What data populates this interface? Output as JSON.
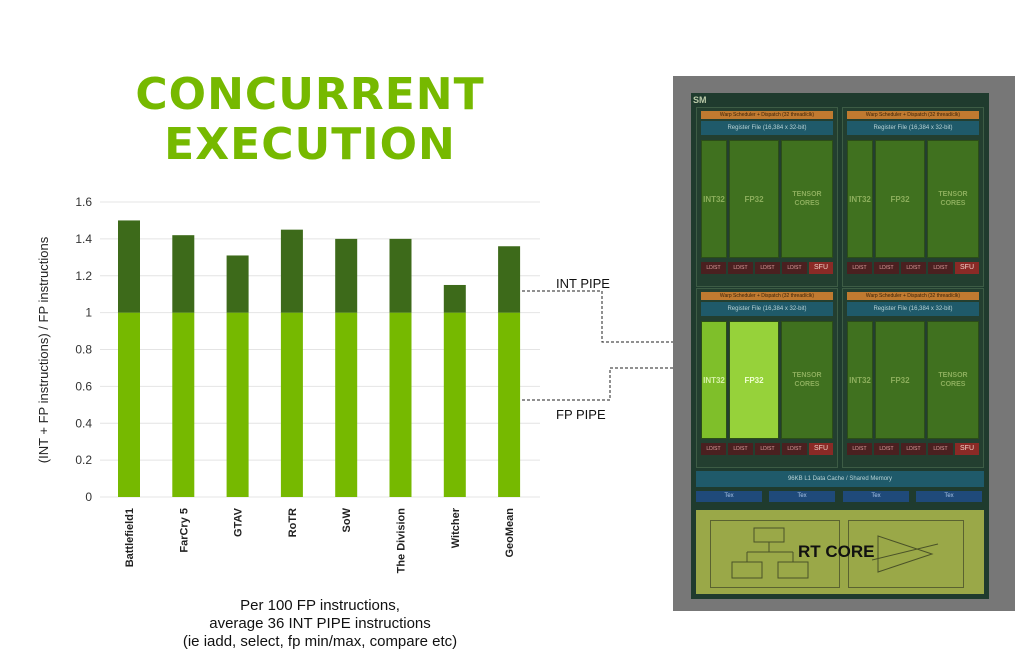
{
  "title_lines": [
    "CONCURRENT",
    "EXECUTION"
  ],
  "chart_data": {
    "type": "bar",
    "stacked": true,
    "categories": [
      "Battlefield1",
      "FarCry 5",
      "GTAV",
      "RoTR",
      "SoW",
      "The Division",
      "Witcher",
      "GeoMean"
    ],
    "series": [
      {
        "name": "FP PIPE",
        "values": [
          1,
          1,
          1,
          1,
          1,
          1,
          1,
          1
        ],
        "color": "#76b900"
      },
      {
        "name": "INT PIPE",
        "values": [
          0.5,
          0.42,
          0.31,
          0.45,
          0.4,
          0.4,
          0.15,
          0.36
        ],
        "color": "#3d6a1a"
      }
    ],
    "ylabel": "(INT + FP instructions) / FP instructions",
    "ylim": [
      0,
      1.6
    ],
    "yticks": [
      "0",
      "0.2",
      "0.4",
      "0.6",
      "0.8",
      "1",
      "1.2",
      "1.4",
      "1.6"
    ],
    "grid": true
  },
  "caption_lines": [
    "Per 100 FP instructions,",
    "average 36 INT PIPE instructions",
    "(ie iadd, select, fp min/max, compare etc)"
  ],
  "pipe_labels": {
    "int": "INT PIPE",
    "fp": "FP PIPE"
  },
  "sm": {
    "label": "SM",
    "warp_scheduler": "Warp Scheduler + Dispatch (32 thread/clk)",
    "register_file": "Register File (16,384 x 32-bit)",
    "int": "INT32",
    "fp": "FP32",
    "tensor": "TENSOR CORES",
    "ldst": "LD/ST",
    "sfu": "SFU",
    "l1": "96KB L1 Data Cache / Shared Memory",
    "tex": "Tex",
    "rt_core": "RT CORE"
  },
  "colors": {
    "accent": "#76b900",
    "int_bar": "#3d6a1a",
    "sm_bg": "#1f3b2e",
    "frame": "#777777"
  }
}
